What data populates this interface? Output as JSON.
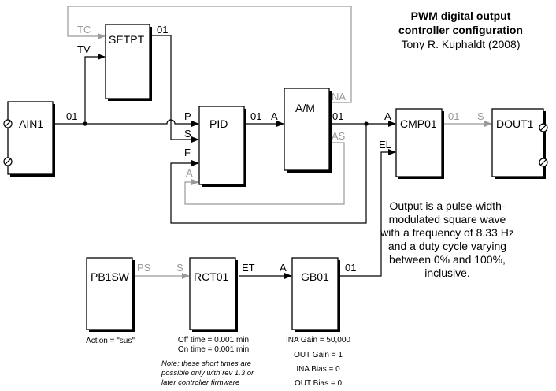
{
  "title": {
    "line1": "PWM digital output",
    "line2": "controller configuration",
    "author": "Tony R. Kuphaldt (2008)"
  },
  "blocks": {
    "ain1": "AIN1",
    "setpt": "SETPT",
    "pid": "PID",
    "am": "A/M",
    "cmp01": "CMP01",
    "dout1": "DOUT1",
    "pb1sw": "PB1SW",
    "rct01": "RCT01",
    "gb01": "GB01"
  },
  "ports": {
    "ain1_out": "01",
    "setpt_tc": "TC",
    "setpt_tv": "TV",
    "setpt_out": "01",
    "pid_p": "P",
    "pid_s": "S",
    "pid_f": "F",
    "pid_a": "A",
    "pid_out": "01",
    "am_a": "A",
    "am_out": "01",
    "am_na": "NA",
    "am_as": "AS",
    "cmp_a": "A",
    "cmp_el": "EL",
    "cmp_out": "01",
    "dout_s": "S",
    "pb_out": "PS",
    "rct_s": "S",
    "rct_out": "ET",
    "gb_a": "A",
    "gb_out": "01"
  },
  "description": [
    "Output is a pulse-width-",
    "modulated square wave",
    "with a frequency of 8.33 Hz",
    "and a duty cycle varying",
    "between 0% and 100%,",
    "inclusive."
  ],
  "params": {
    "pb1sw_action": "Action = \"sus\"",
    "rct_off": "Off time = 0.001 min",
    "rct_on": "On time = 0.001 min",
    "gb_ina_gain": "INA Gain = 50,000",
    "gb_out_gain": "OUT Gain = 1",
    "gb_ina_bias": "INA Bias = 0",
    "gb_out_bias": "OUT Bias = 0"
  },
  "note": [
    "Note: these short times are",
    "possible only with rev 1.3 or",
    "later controller firmware"
  ],
  "colors": {
    "line": "#000000",
    "inactive": "#9a9a9a"
  }
}
